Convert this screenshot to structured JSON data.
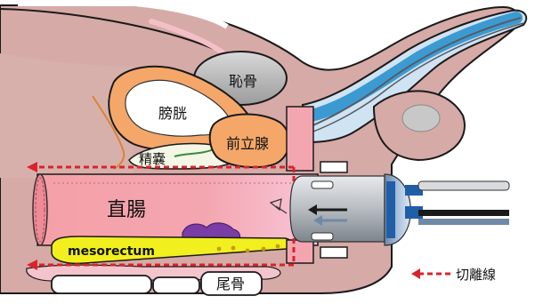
{
  "labels": {
    "pubis": "恥骨",
    "bladder": "膀胱",
    "prostate": "前立腺",
    "seminal_vesicle": "精嚢",
    "rectum": "直腸",
    "mesorectum": "mesorectum",
    "coccyx": "尾骨"
  },
  "legend": {
    "cut_line": "切離線"
  },
  "colors": {
    "cut_line": "#d8242c",
    "tissue": "#d6aaa6",
    "rectum": "#f09fa5",
    "bladder": "#f4a768",
    "mesorectum": "#f2ef1e",
    "urethra": "#3c9ad2",
    "device": "#9aa0a6"
  }
}
